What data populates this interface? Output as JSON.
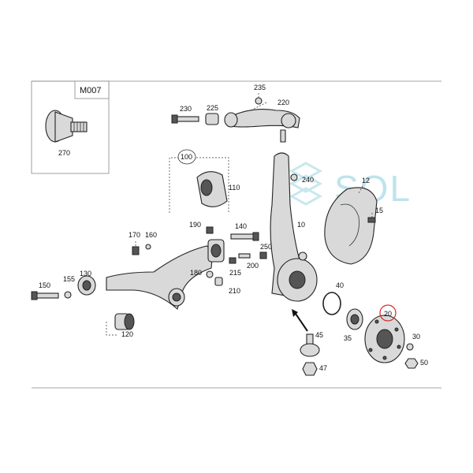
{
  "watermark": {
    "text": "SOL",
    "color": "#bfe3ec"
  },
  "inset": {
    "code": "M007",
    "part_label": "270"
  },
  "highlight": {
    "label": "20",
    "color": "#d62828"
  },
  "labels": {
    "p235": "235",
    "p230": "230",
    "p225": "225",
    "p220": "220",
    "p100": "100",
    "p110": "110",
    "p240": "240",
    "p12": "12",
    "p15": "15",
    "p190": "190",
    "p170": "170",
    "p160": "160",
    "p140": "140",
    "p250": "250",
    "p10": "10",
    "p200": "200",
    "p215": "215",
    "p180": "180",
    "p210": "210",
    "p150": "150",
    "p155": "155",
    "p130": "130",
    "p120": "120",
    "p40": "40",
    "p35": "35",
    "p45": "45",
    "p47": "47",
    "p30": "30",
    "p50": "50"
  }
}
